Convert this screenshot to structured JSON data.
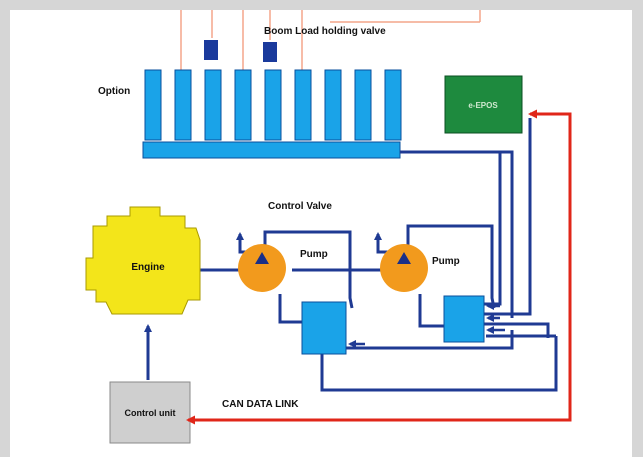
{
  "labels": {
    "boom_valve": "Boom Load holding valve",
    "option": "Option",
    "eepos": "e-EPOS",
    "control_valve": "Control Valve",
    "pump_left": "Pump",
    "pump_right": "Pump",
    "engine": "Engine",
    "can_link": "CAN DATA LINK",
    "control_unit": "Control unit"
  },
  "colors": {
    "background": "#d6d6d6",
    "hydraulic_line": "#1f3a93",
    "spool": "#1aa3e8",
    "spool_border": "#0a4f9c",
    "engine": "#f3e51a",
    "pump": "#f29a1d",
    "eepos": "#1e8a3e",
    "can_link": "#e02619",
    "pilot_line": "#f4a58a",
    "control_unit": "#cfcfcf"
  }
}
